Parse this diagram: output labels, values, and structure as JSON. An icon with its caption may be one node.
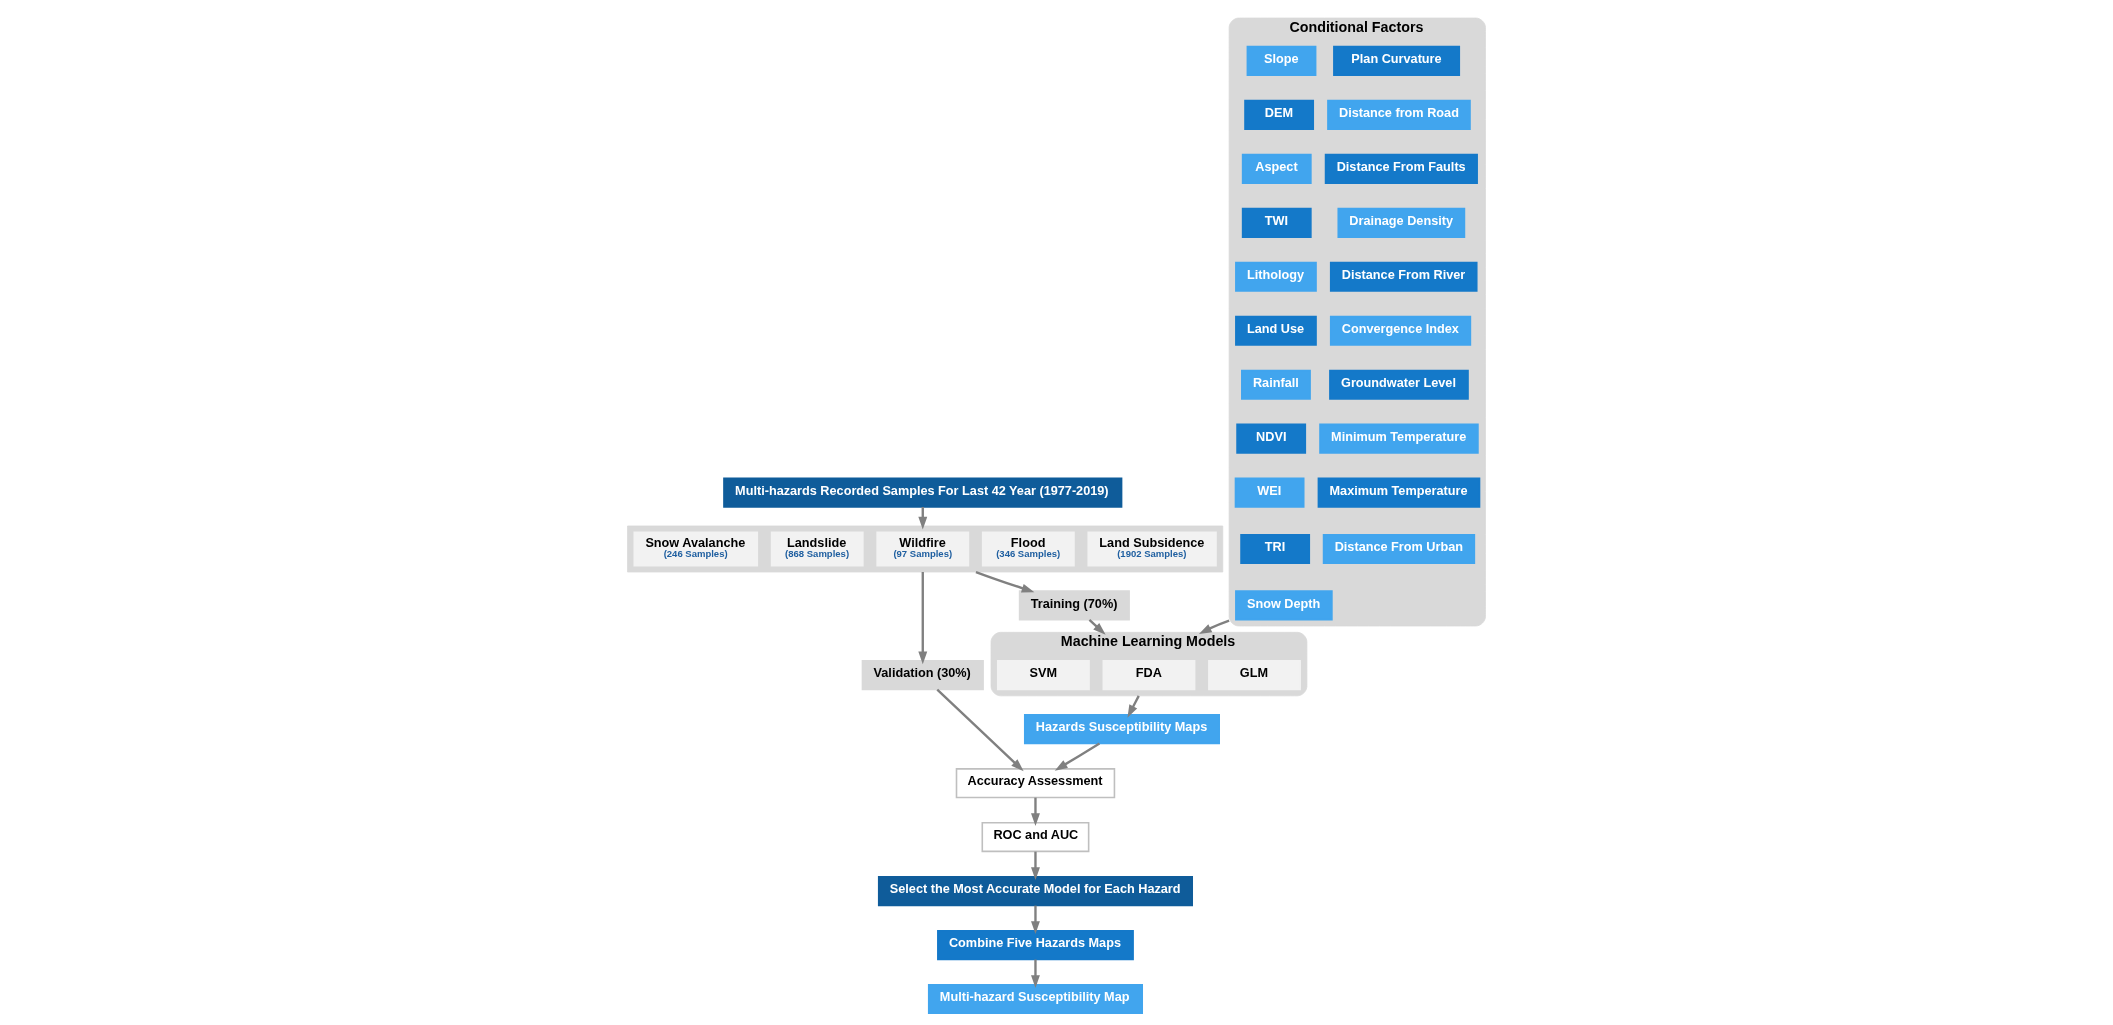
{
  "diagram": {
    "nodes": [
      {
        "text": [
          "Multi-hazards Recorded Samples For Last 42 Year (1977-2019)"
        ]
      },
      {
        "text": [],
        "shape": "box"
      },
      {
        "text": [
          "Snow Avalanche",
          "(246 Samples)"
        ],
        "in": 1
      },
      {
        "text": [
          "Landslide",
          "(868 Samples)"
        ],
        "in": 1
      },
      {
        "text": [
          "Wildfire",
          "(97 Samples)"
        ],
        "in": 1
      },
      {
        "text": [
          "Flood",
          "(346 Samples)"
        ],
        "in": 1
      },
      {
        "text": [
          "Land Subsidence",
          "(1902 Samples)"
        ],
        "in": 1
      },
      {
        "text": [
          "Validation (30%)"
        ]
      },
      {
        "text": [
          "Training (70%)"
        ]
      },
      {
        "text": [
          "Accuracy Assessment"
        ]
      },
      {
        "text": [
          "ROC and AUC"
        ]
      },
      {
        "text": [
          "Select the Most Accurate Model for Each Hazard"
        ]
      },
      {
        "text": [
          "Combine Five Hazards Maps"
        ]
      },
      {
        "text": [
          "Multi-hazard Susceptibility Map"
        ]
      },
      {
        "text": [
          "Conditional Factors"
        ]
      },
      {
        "text": [
          "Slope"
        ],
        "in": 14
      },
      {
        "text": [
          "Plan Curvature"
        ],
        "in": 14
      },
      {
        "text": [
          "DEM"
        ],
        "in": 14
      },
      {
        "text": [
          "Distance from Road"
        ],
        "in": 14
      },
      {
        "text": [
          "Aspect"
        ],
        "in": 14
      },
      {
        "text": [
          "Distance From Faults"
        ],
        "in": 14
      },
      {
        "text": [
          "TWI"
        ],
        "in": 14
      },
      {
        "text": [
          "Drainage Density"
        ],
        "in": 14
      },
      {
        "text": [
          "Lithology"
        ],
        "in": 14
      },
      {
        "text": [
          "Distance From River"
        ],
        "in": 14
      },
      {
        "text": [
          "Land Use"
        ],
        "in": 14
      },
      {
        "text": [
          "Convergence Index"
        ],
        "in": 14
      },
      {
        "text": [
          "Rainfall"
        ],
        "in": 14
      },
      {
        "text": [
          "Groundwater Level"
        ],
        "in": 14
      },
      {
        "text": [
          "NDVI"
        ],
        "in": 14
      },
      {
        "text": [
          "Minimum Temperature"
        ],
        "in": 14
      },
      {
        "text": [
          "WEI"
        ],
        "in": 14
      },
      {
        "text": [
          "Maximum Temperature"
        ],
        "in": 14
      },
      {
        "text": [
          "TRI"
        ],
        "in": 14
      },
      {
        "text": [
          "Distance From Urban"
        ],
        "in": 14
      },
      {
        "text": [
          "Snow Depth"
        ],
        "in": 14
      },
      {
        "text": [
          "Machine Learning Models"
        ]
      },
      {
        "text": [
          "SVM"
        ],
        "in": 36
      },
      {
        "text": [
          "FDA"
        ],
        "in": 36
      },
      {
        "text": [
          "GLM"
        ],
        "in": 36
      },
      {
        "text": [
          "Hazards Susceptibility Maps"
        ]
      }
    ],
    "edges": [
      {
        "from": 0,
        "to": 1,
        "arrow": "to"
      },
      {
        "from": 1,
        "to": 7,
        "arrow": "to"
      },
      {
        "from": 1,
        "to": 8,
        "arrow": "to"
      },
      {
        "from": 7,
        "to": 9,
        "arrow": "to"
      },
      {
        "from": 8,
        "to": 36,
        "arrow": "to"
      },
      {
        "from": 9,
        "to": 10,
        "arrow": "to"
      },
      {
        "from": 10,
        "to": 11,
        "arrow": "to"
      },
      {
        "from": 11,
        "to": 12,
        "arrow": "to"
      },
      {
        "from": 12,
        "to": 13,
        "arrow": "to"
      },
      {
        "from": 14,
        "to": 36,
        "arrow": "to"
      },
      {
        "from": 36,
        "to": 40,
        "arrow": "to"
      },
      {
        "from": 40,
        "to": 9,
        "arrow": "to"
      }
    ]
  }
}
